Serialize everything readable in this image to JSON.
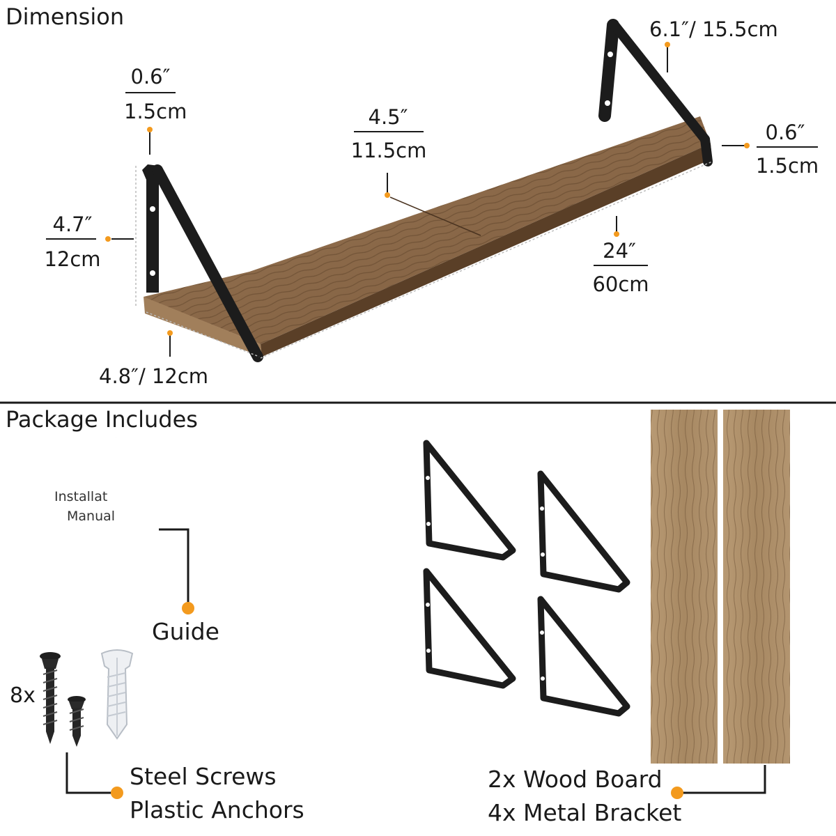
{
  "sections": {
    "dimension": "Dimension",
    "package": "Package Includes"
  },
  "dimensions": {
    "bracket_thickness_left": {
      "top": "0.6″",
      "bottom": "1.5cm"
    },
    "bracket_height": {
      "top": "4.7″",
      "bottom": "12cm"
    },
    "board_depth": {
      "top": "4.5″",
      "bottom": "11.5cm"
    },
    "bracket_length": "6.1″/ 15.5cm",
    "bracket_thickness_right": {
      "top": "0.6″",
      "bottom": "1.5cm"
    },
    "board_length": {
      "top": "24″",
      "bottom": "60cm"
    },
    "bracket_depth": "4.8″/ 12cm"
  },
  "package": {
    "manual": {
      "line1": "Installat",
      "line2": "Manual"
    },
    "guide_label": "Guide",
    "hardware_count": "8x",
    "hardware_label_1": "Steel Screws",
    "hardware_label_2": "Plastic Anchors",
    "parts_label_1": "2x Wood Board",
    "parts_label_2": "4x Metal Bracket"
  },
  "colors": {
    "accent_dot": "#f39a1e",
    "wood": "#8a6a4a",
    "metal": "#1c1c1c"
  }
}
